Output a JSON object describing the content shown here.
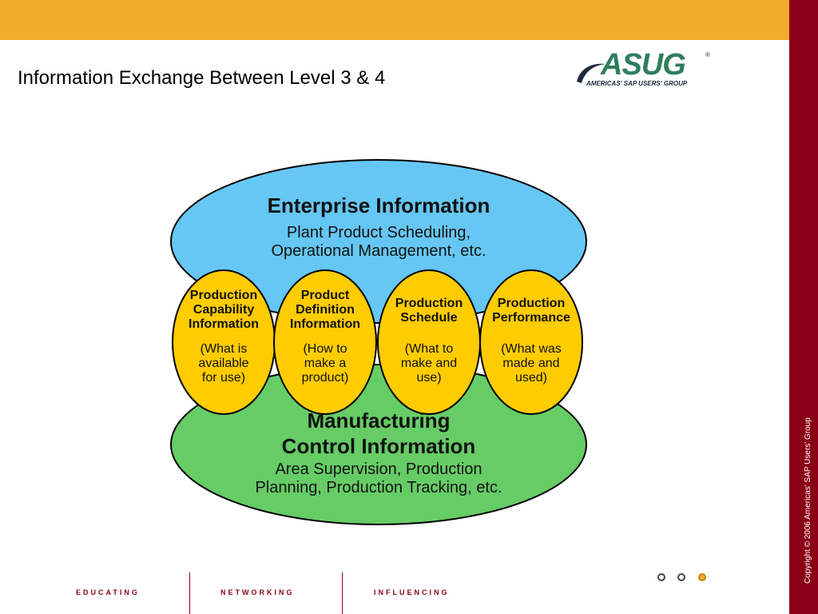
{
  "slide": {
    "title": "Information Exchange Between Level 3 & 4"
  },
  "logo": {
    "name": "ASUG",
    "tagline": "AMERICAS' SAP USERS' GROUP",
    "registered": "®"
  },
  "copyright": "Copyright © 2006 Americas' SAP Users' Group",
  "diagram": {
    "enterprise": {
      "title": "Enterprise Information",
      "line1": "Plant Product Scheduling,",
      "line2": "Operational Management, etc."
    },
    "manufacturing": {
      "title1": "Manufacturing",
      "title2": "Control Information",
      "line1": "Area Supervision, Production",
      "line2": "Planning, Production Tracking, etc."
    },
    "exchanges": [
      {
        "title": [
          "Production",
          "Capability",
          "Information"
        ],
        "desc": [
          "(What is",
          "available",
          "for use)"
        ]
      },
      {
        "title": [
          "Product",
          "Definition",
          "Information"
        ],
        "desc": [
          "(How to",
          "make a",
          "product)"
        ]
      },
      {
        "title": [
          "Production",
          "Schedule"
        ],
        "desc": [
          "(What to",
          "make and",
          "use)"
        ]
      },
      {
        "title": [
          "Production",
          "Performance"
        ],
        "desc": [
          "(What was",
          "made and",
          "used)"
        ]
      }
    ]
  },
  "footer": {
    "words": [
      "EDUCATING",
      "NETWORKING",
      "INFLUENCING"
    ]
  },
  "nav": {
    "dots": 3,
    "active_index": 2
  },
  "colors": {
    "top_band": "#f0ac2c",
    "right_bar": "#8b0016",
    "enterprise": "#66c7f4",
    "manufacturing": "#66cc66",
    "exchange": "#ffcc00"
  }
}
